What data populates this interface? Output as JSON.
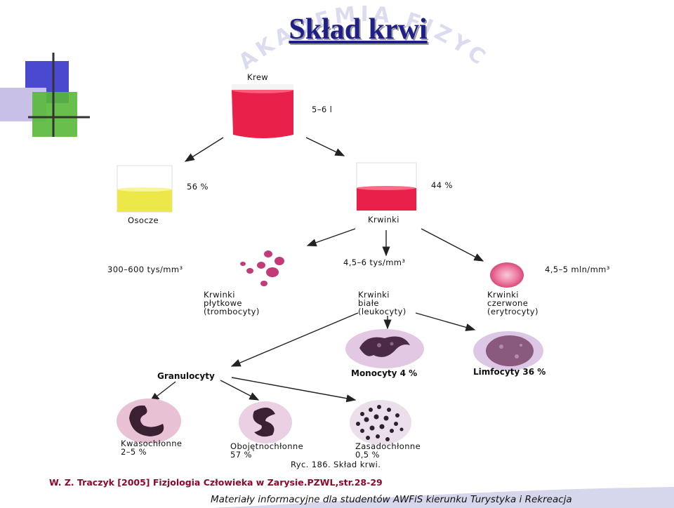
{
  "slide": {
    "title": "Skład krwi",
    "watermark": "AKADEMIA FIZYCZNEJ WYCHOWANIA",
    "footer_reference": "W. Z. Traczyk [2005] Fizjologia Człowieka w Zarysie.PZWL,str.28-29",
    "footer_text": "Materiały informacyjne dla studentów AWFiS kierunku Turystyka i Rekreacja",
    "colors": {
      "title": "#1f1f8a",
      "reference": "#8b0a2a",
      "blood": "#e8204a",
      "plasma": "#ece84a"
    }
  },
  "diagram": {
    "krew": {
      "label": "Krew",
      "volume": "5–6 l"
    },
    "osocze": {
      "label": "Osocze",
      "percent": "56 %"
    },
    "krwinki": {
      "label": "Krwinki",
      "percent": "44 %"
    },
    "plytkowe": {
      "count": "300–600 tys/mm³",
      "line1": "Krwinki",
      "line2": "płytkowe",
      "line3": "(trombocyty)"
    },
    "biale": {
      "count": "4,5–6 tys/mm³",
      "line1": "Krwinki",
      "line2": "białe",
      "line3": "(leukocyty)"
    },
    "czerwone": {
      "count": "4,5–5 mln/mm³",
      "line1": "Krwinki",
      "line2": "czerwone",
      "line3": "(erytrocyty)"
    },
    "monocyty": "Monocyty 4 %",
    "limfocyty": "Limfocyty 36 %",
    "granulocyty": "Granulocyty",
    "kwasochlonne": {
      "label": "Kwasochłonne",
      "percent": "2–5 %"
    },
    "obojetnochlonne": {
      "label": "Obojętnochłonne",
      "percent": "57 %"
    },
    "zasadochlonne": {
      "label": "Zasadochłonne",
      "percent": "0,5 %"
    },
    "caption": "Ryc. 186. Skład krwi."
  }
}
